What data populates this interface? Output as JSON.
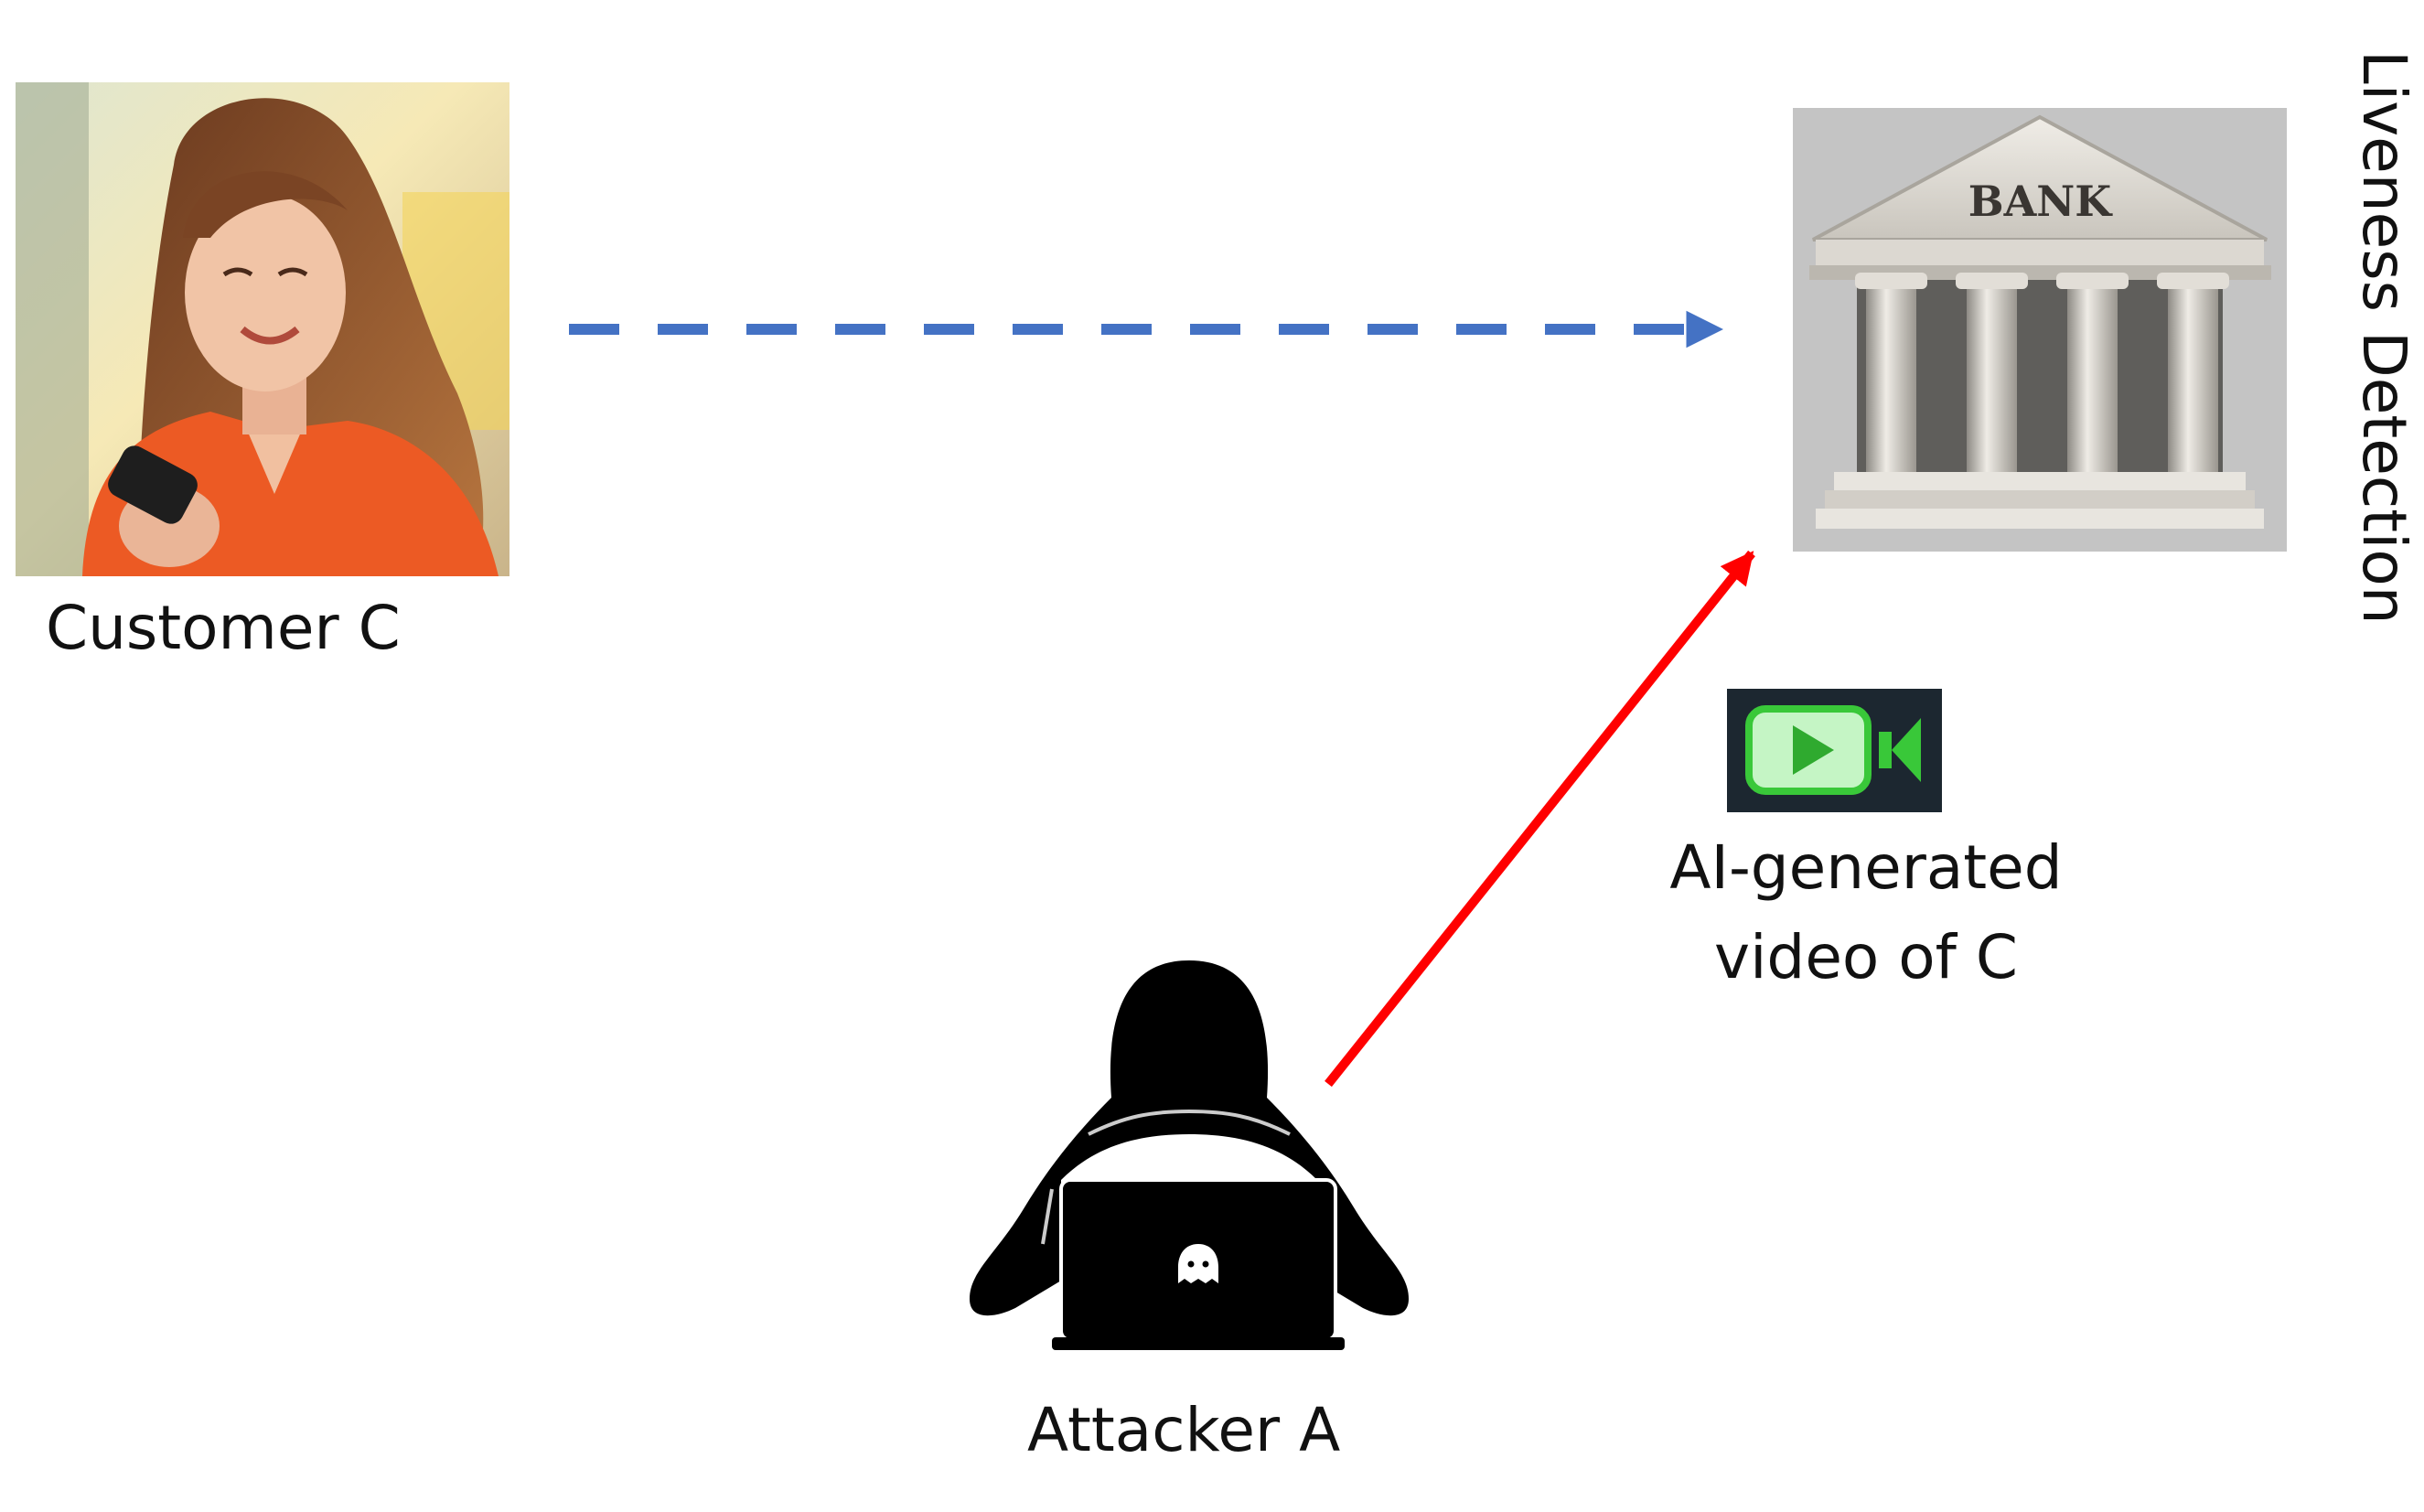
{
  "diagram": {
    "customer": {
      "label": "Customer C"
    },
    "bank": {
      "sign": "BANK",
      "label": "Liveness Detection"
    },
    "attacker": {
      "label": "Attacker A"
    },
    "fake_video": {
      "caption_line1": "AI-generated",
      "caption_line2": "video of C",
      "icon": "video-play-icon"
    },
    "edges": [
      {
        "from": "customer",
        "to": "bank",
        "style": "dashed",
        "color": "#4472c4"
      },
      {
        "from": "attacker",
        "to": "bank",
        "style": "solid",
        "color": "#ff0000"
      }
    ],
    "colors": {
      "customer_top": "#f3e7b8",
      "customer_shirt": "#ec5a24",
      "bank_bg": "#c4c4c4",
      "video_bg": "#1c2730",
      "video_green": "#39c839"
    }
  }
}
